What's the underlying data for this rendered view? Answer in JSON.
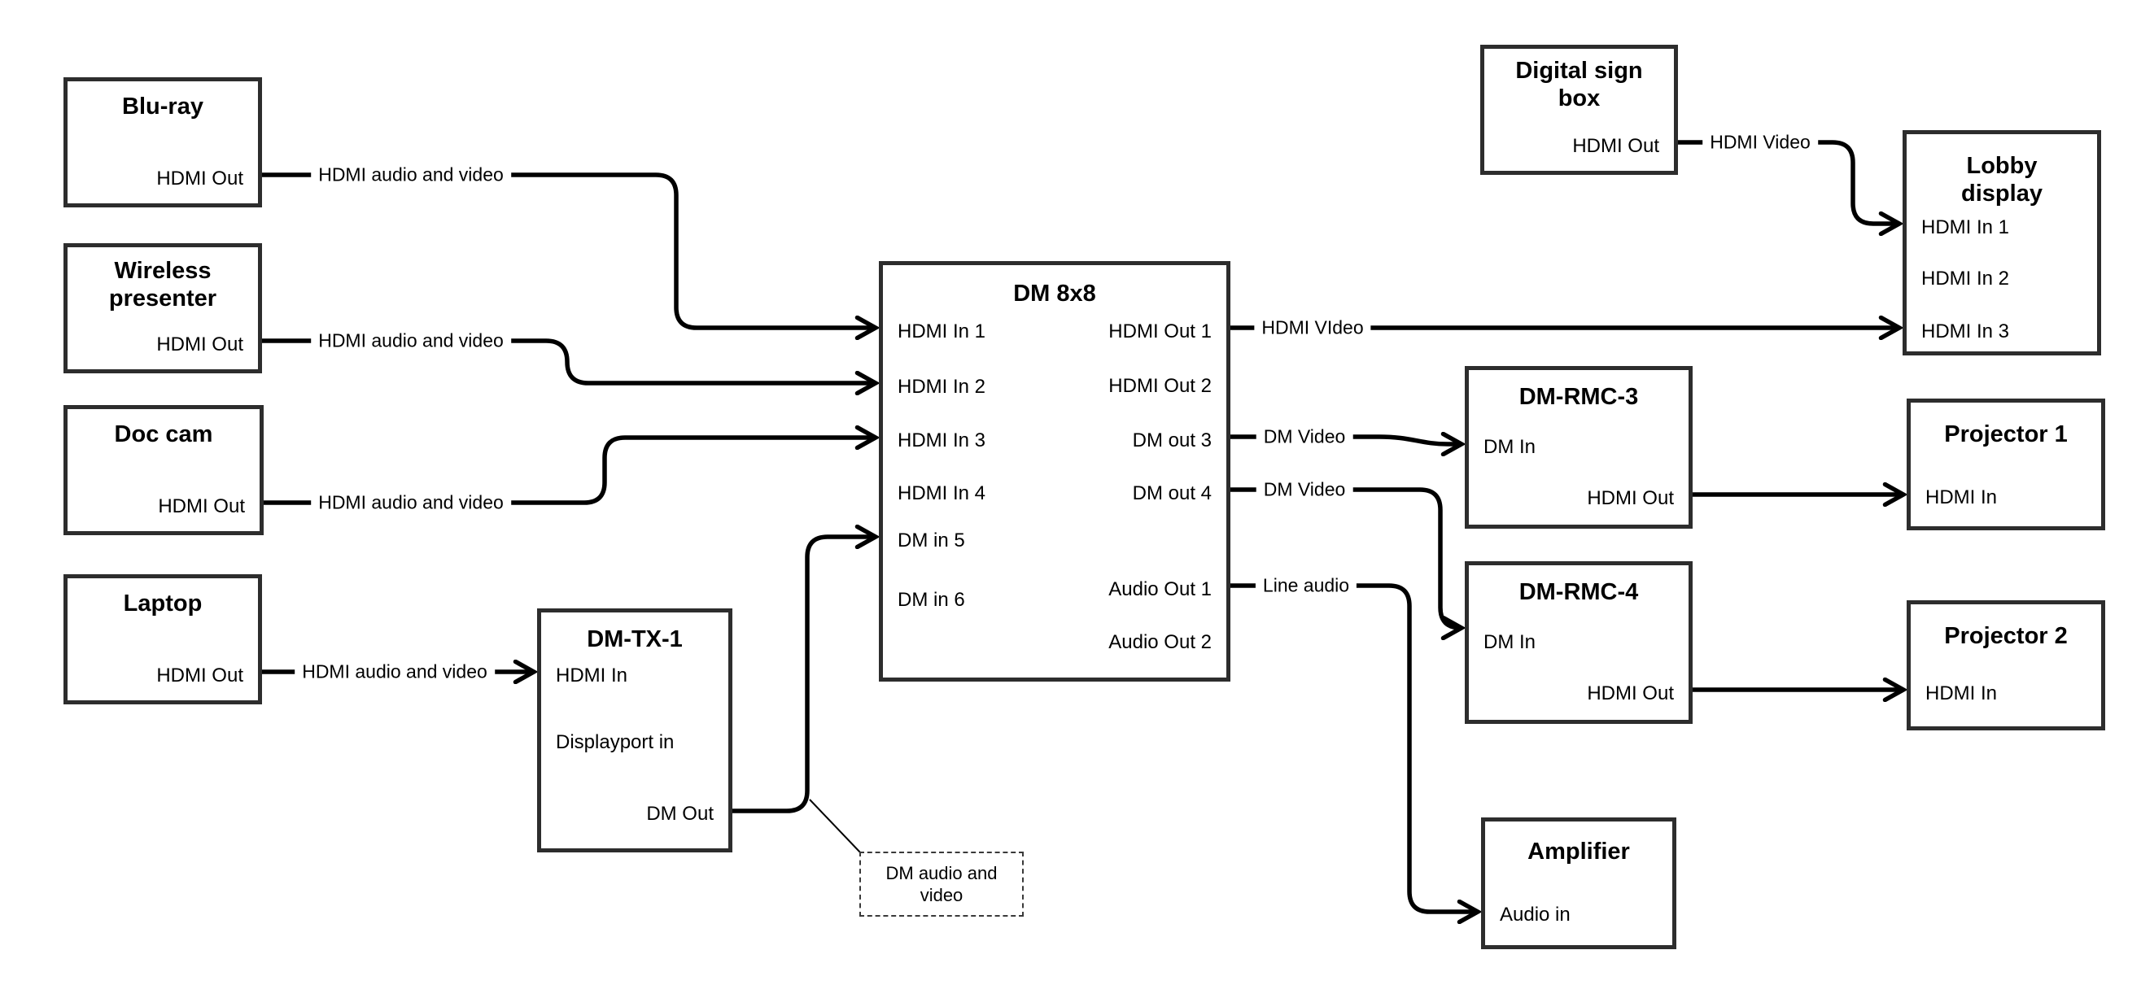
{
  "diagram_type": "av-signal-flow",
  "colors": {
    "background": "#ffffff",
    "box_border": "#2d2d2d",
    "wire": "#000000",
    "text": "#000000"
  },
  "nodes": {
    "bluray": {
      "title": "Blu-ray",
      "ports": {
        "hdmi_out": "HDMI Out"
      }
    },
    "wireless": {
      "title": "Wireless presenter",
      "ports": {
        "hdmi_out": "HDMI Out"
      }
    },
    "doccam": {
      "title": "Doc cam",
      "ports": {
        "hdmi_out": "HDMI Out"
      }
    },
    "laptop": {
      "title": "Laptop",
      "ports": {
        "hdmi_out": "HDMI Out"
      }
    },
    "dmtx1": {
      "title": "DM-TX-1",
      "ports": {
        "hdmi_in": "HDMI In",
        "dp_in": "Displayport in",
        "dm_out": "DM Out"
      }
    },
    "dm8x8": {
      "title": "DM 8x8",
      "ports": {
        "in1": "HDMI In 1",
        "in2": "HDMI In 2",
        "in3": "HDMI In 3",
        "in4": "HDMI In 4",
        "in5": "DM in 5",
        "in6": "DM in 6",
        "out1": "HDMI Out 1",
        "out2": "HDMI Out 2",
        "out3": "DM out 3",
        "out4": "DM out 4",
        "aout1": "Audio Out 1",
        "aout2": "Audio Out 2"
      }
    },
    "signbox": {
      "title": "Digital sign box",
      "ports": {
        "hdmi_out": "HDMI Out"
      }
    },
    "lobby": {
      "title": "Lobby display",
      "ports": {
        "in1": "HDMI In 1",
        "in2": "HDMI In 2",
        "in3": "HDMI In 3"
      }
    },
    "rmc3": {
      "title": "DM-RMC-3",
      "ports": {
        "dm_in": "DM In",
        "hdmi_out": "HDMI Out"
      }
    },
    "rmc4": {
      "title": "DM-RMC-4",
      "ports": {
        "dm_in": "DM In",
        "hdmi_out": "HDMI Out"
      }
    },
    "proj1": {
      "title": "Projector 1",
      "ports": {
        "hdmi_in": "HDMI In"
      }
    },
    "proj2": {
      "title": "Projector 2",
      "ports": {
        "hdmi_in": "HDMI In"
      }
    },
    "amp": {
      "title": "Amplifier",
      "ports": {
        "audio_in": "Audio in"
      }
    }
  },
  "edge_labels": {
    "bluray_dm": "HDMI audio and video",
    "wireless_dm": "HDMI audio and video",
    "doccam_dm": "HDMI audio and video",
    "laptop_tx": "HDMI audio and video",
    "out1_lobby": "HDMI VIdeo",
    "sign_lobby": "HDMI Video",
    "out3_rmc3": "DM Video",
    "out4_rmc4": "DM Video",
    "audio_amp": "Line audio",
    "tx_dm_note": "DM audio and video"
  }
}
